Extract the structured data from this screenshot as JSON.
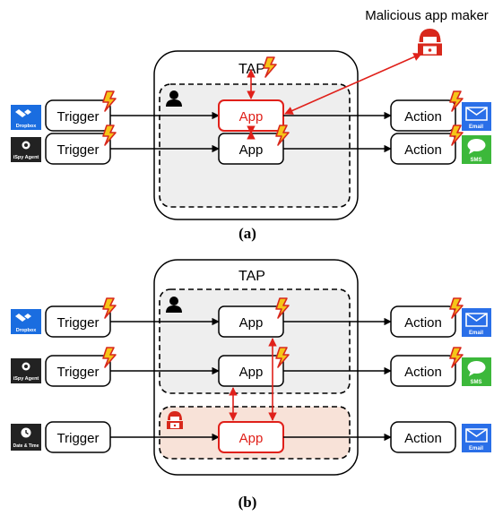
{
  "panel_a": {
    "caption": "(a)",
    "tap_label": "TAP",
    "malicious_label": "Malicious app maker",
    "rows": [
      {
        "service": "Dropbox",
        "trigger": "Trigger",
        "app": "App",
        "action": "Action",
        "dest": "Email"
      },
      {
        "service": "iSpy Agent",
        "trigger": "Trigger",
        "app": "App",
        "action": "Action",
        "dest": "SMS"
      }
    ]
  },
  "panel_b": {
    "caption": "(b)",
    "tap_label": "TAP",
    "rows": [
      {
        "service": "Dropbox",
        "trigger": "Trigger",
        "app": "App",
        "action": "Action",
        "dest": "Email"
      },
      {
        "service": "iSpy Agent",
        "trigger": "Trigger",
        "app": "App",
        "action": "Action",
        "dest": "SMS"
      },
      {
        "service": "Date & Time",
        "trigger": "Trigger",
        "app": "App",
        "action": "Action",
        "dest": "Email"
      }
    ]
  },
  "colors": {
    "malicious": "#e0201a",
    "dropbox": "#1a6de0",
    "email": "#2a6fe8",
    "sms": "#3cb83a",
    "user_area": "#eeeeee",
    "malicious_area": "#f8e2d8"
  }
}
